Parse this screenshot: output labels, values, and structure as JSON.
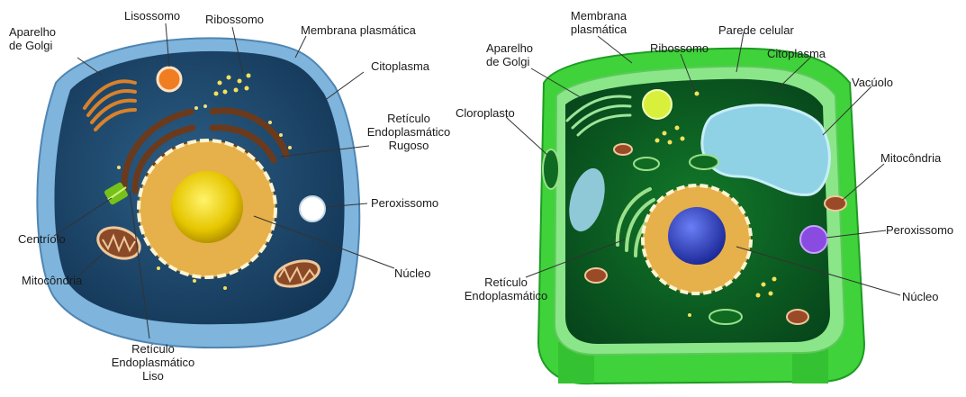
{
  "animal_cell": {
    "labels": {
      "golgi": "Aparelho\nde Golgi",
      "lysosome": "Lisossomo",
      "ribosome": "Ribossomo",
      "plasma_membrane": "Membrana plasmática",
      "cytoplasm": "Citoplasma",
      "rough_er": "Retículo\nEndoplasmático\nRugoso",
      "peroxisome": "Peroxissomo",
      "centriole": "Centríolo",
      "mitochondria": "Mitocôndria",
      "nucleus": "Núcleo",
      "smooth_er": "Retículo\nEndoplasmático\nLiso"
    },
    "colors": {
      "body": "#1d4a6e",
      "wall": "#5f9cc9",
      "nucleus_envelope": "#e6b04a",
      "nucleolus": "#f2d40a",
      "er": "#6b3a1c",
      "lysosome": "#f07d22"
    }
  },
  "plant_cell": {
    "labels": {
      "plasma_membrane": "Membrana\nplasmática",
      "golgi": "Aparelho\nde Golgi",
      "ribosome": "Ribossomo",
      "cell_wall": "Parede celular",
      "cytoplasm": "Citoplasma",
      "vacuole": "Vacúolo",
      "chloroplast": "Cloroplasto",
      "mitochondria": "Mitocôndria",
      "peroxisome": "Peroxissomo",
      "er": "Retículo\nEndoplasmático",
      "nucleus": "Núcleo"
    },
    "colors": {
      "wall": "#3fd23a",
      "body": "#0b5a1c",
      "vacuole": "#8fd2e6",
      "nucleus": "#3544c8",
      "peroxisome": "#8a4ce0"
    }
  }
}
